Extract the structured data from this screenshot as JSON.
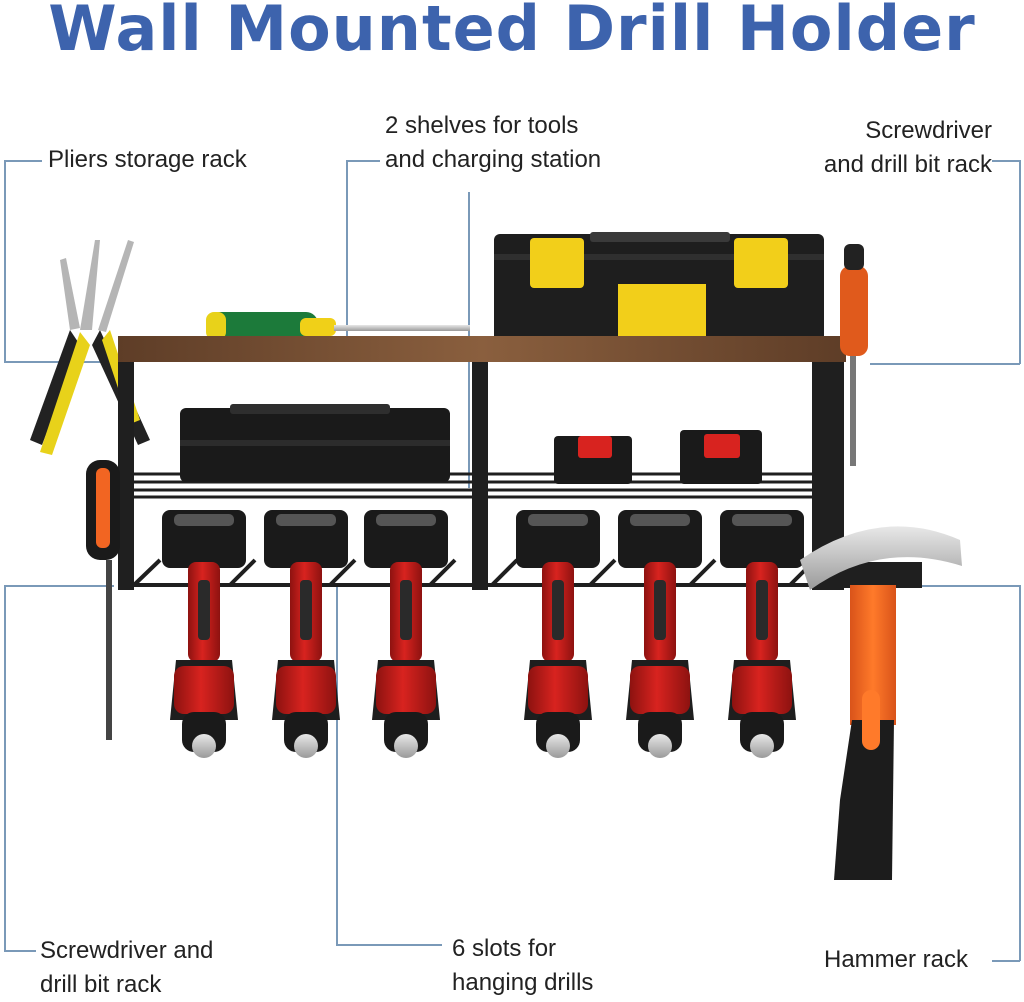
{
  "title": "Wall Mounted Drill Holder",
  "labels": {
    "pliers": "Pliers storage rack",
    "shelves_1": "2 shelves for tools",
    "shelves_2": "and charging station",
    "screwdriver_top_1": "Screwdriver",
    "screwdriver_top_2": "and drill bit rack",
    "screwdriver_bottom_1": "Screwdriver and",
    "screwdriver_bottom_2": "drill bit rack",
    "slots_1": "6 slots for",
    "slots_2": "hanging drills",
    "hammer": "Hammer rack"
  },
  "colors": {
    "title": "#3d63ad",
    "callout_line": "#7a99b8",
    "shelf_wood": "#7a5236",
    "frame": "#1f1f1f",
    "drill_red": "#c8201d",
    "toolbox_yellow": "#f2cf1a",
    "hammer_orange": "#f26522"
  },
  "drill_count": 6
}
